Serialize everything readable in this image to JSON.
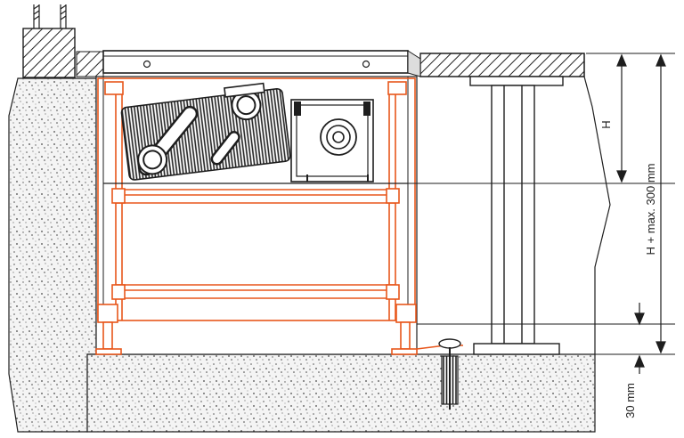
{
  "labels": {
    "height": "H",
    "height_max": "H + max. 300 mm",
    "floor_thickness": "30 mm"
  },
  "colors": {
    "line": "#1e1e1e",
    "frame": "#e8561b",
    "grate": "#cfcfcf",
    "concrete": "#f4f4f4"
  },
  "icons": {
    "heat_exchanger": "finned-heat-exchanger-icon",
    "fan": "fan-unit-icon",
    "anchor": "wall-anchor-icon"
  }
}
